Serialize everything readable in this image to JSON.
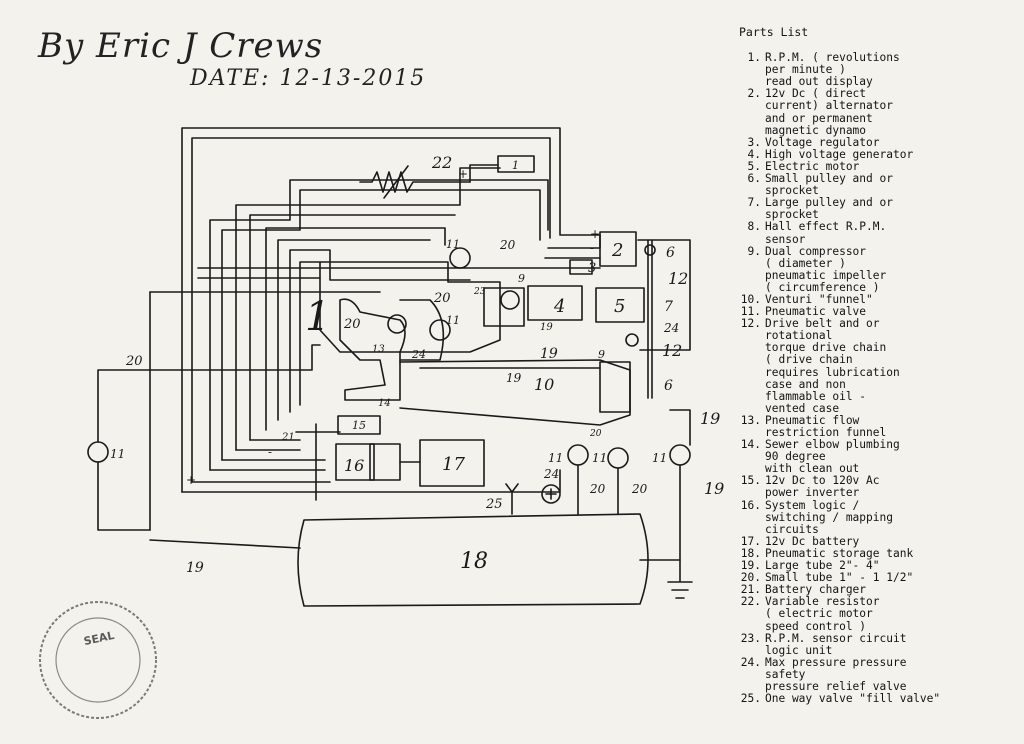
{
  "header": {
    "author": "By Eric J Crews",
    "date": "DATE: 12-13-2015"
  },
  "diagram": {
    "labels": {
      "n1": "1",
      "n2": "2",
      "n3": "3",
      "n4": "4",
      "n5": "5",
      "n6": "6",
      "n7": "7",
      "n9": "9",
      "n10": "10",
      "n11": "11",
      "n12": "12",
      "n13": "13",
      "n14": "14",
      "n15": "15",
      "n16": "16",
      "n17": "17",
      "n18": "18",
      "n19": "19",
      "n20": "20",
      "n21": "21",
      "n22": "22",
      "n23": "23",
      "n24": "24",
      "n25": "25",
      "plus": "+",
      "minus": "-"
    }
  },
  "parts_list": {
    "title": "Parts List",
    "items": [
      {
        "num": "1.",
        "text": "R.P.M. ( revolutions\nper minute )\nread out display"
      },
      {
        "num": "2.",
        "text": "12v Dc ( direct\ncurrent) alternator\nand or permanent\nmagnetic dynamo"
      },
      {
        "num": "3.",
        "text": "Voltage regulator"
      },
      {
        "num": "4.",
        "text": "High voltage generator"
      },
      {
        "num": "5.",
        "text": "Electric motor"
      },
      {
        "num": "6.",
        "text": "Small pulley and or\nsprocket"
      },
      {
        "num": "7.",
        "text": "Large pulley and or\nsprocket"
      },
      {
        "num": "8.",
        "text": "Hall effect R.P.M.\nsensor"
      },
      {
        "num": "9.",
        "text": "Dual compressor\n( diameter )\npneumatic impeller\n( circumference )"
      },
      {
        "num": "10.",
        "text": "Venturi \"funnel\""
      },
      {
        "num": "11.",
        "text": "Pneumatic valve"
      },
      {
        "num": "12.",
        "text": "Drive belt and or\nrotational\ntorque drive chain\n( drive chain\nrequires lubrication\ncase and non\nflammable oil -\nvented case"
      },
      {
        "num": "13.",
        "text": "Pneumatic flow\nrestriction funnel"
      },
      {
        "num": "14.",
        "text": "Sewer elbow plumbing\n90 degree\nwith clean out"
      },
      {
        "num": "15.",
        "text": "12v Dc to 120v Ac\npower inverter"
      },
      {
        "num": "16.",
        "text": "System logic /\nswitching / mapping\ncircuits"
      },
      {
        "num": "17.",
        "text": "12v Dc battery"
      },
      {
        "num": "18.",
        "text": "Pneumatic storage tank"
      },
      {
        "num": "19.",
        "text": "Large tube 2\"- 4\""
      },
      {
        "num": "20.",
        "text": "Small tube 1\" - 1 1/2\""
      },
      {
        "num": "21.",
        "text": "Battery charger"
      },
      {
        "num": "22.",
        "text": "Variable resistor\n( electric motor\nspeed control )"
      },
      {
        "num": "23.",
        "text": "R.P.M. sensor circuit\nlogic unit"
      },
      {
        "num": "24.",
        "text": "Max pressure pressure\nsafety\npressure relief valve"
      },
      {
        "num": "25.",
        "text": "One way valve \"fill valve\""
      }
    ]
  },
  "seal": {
    "text": "SEAL"
  },
  "colors": {
    "paper": "#f4f2ec",
    "ink": "#1a1a1a"
  }
}
